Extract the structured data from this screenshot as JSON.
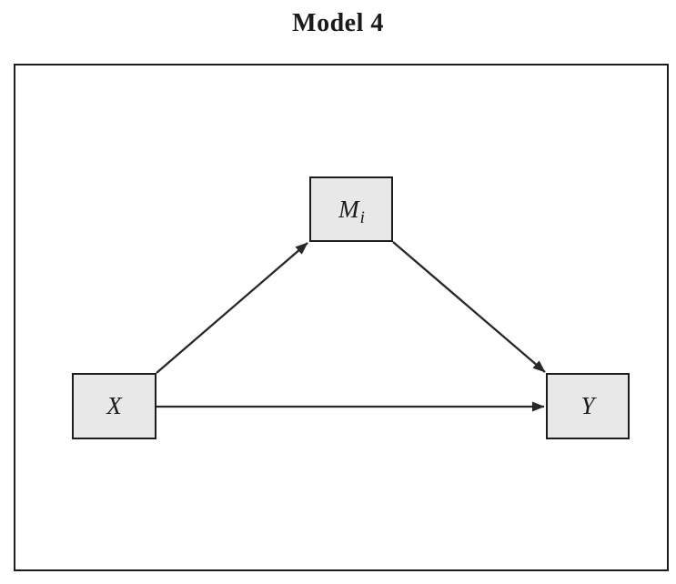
{
  "title": "Model 4",
  "diagram": {
    "nodes": [
      {
        "id": "X",
        "label": "X"
      },
      {
        "id": "M",
        "label": "M",
        "subscript": "i"
      },
      {
        "id": "Y",
        "label": "Y"
      }
    ],
    "edges": [
      {
        "from": "X",
        "to": "M"
      },
      {
        "from": "M",
        "to": "Y"
      },
      {
        "from": "X",
        "to": "Y"
      }
    ],
    "colors": {
      "box_fill": "#e8e8e8",
      "box_border": "#1c1c1c",
      "arrow": "#282828",
      "frame_border": "#1c1c1c",
      "background": "#ffffff"
    }
  }
}
